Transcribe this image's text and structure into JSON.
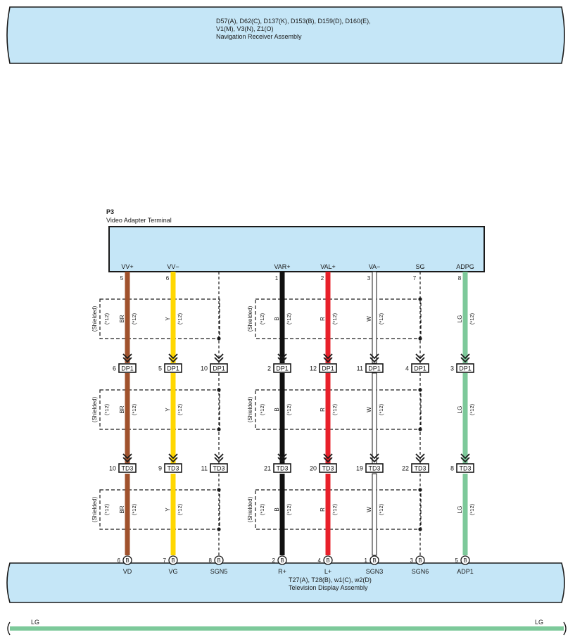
{
  "top_assembly": {
    "connectors_line1": "D57(A), D62(C), D137(K), D153(B), D159(D), D160(E),",
    "connectors_line2": "V1(M), V3(N), Z1(O)",
    "name": "Navigation Receiver Assembly"
  },
  "terminal": {
    "code": "P3",
    "name": "Video Adapter Terminal"
  },
  "bottom_assembly": {
    "connectors": "T27(A), T28(B), w1(C), w2(D)",
    "name": "Television Display Assembly"
  },
  "shield_labels": {
    "shielded": "(Shielded)",
    "note": "(*12)"
  },
  "junction_connectors": [
    "DP1",
    "TD3"
  ],
  "bottom_connector_letter": "B",
  "wires": [
    {
      "top_label": "VV+",
      "top_pin": "5",
      "color_code": "BR",
      "color": "#a0522d",
      "dp1_pin": "6",
      "td3_pin": "10",
      "bottom_pin": "6",
      "bottom_label": "VD"
    },
    {
      "top_label": "VV−",
      "top_pin": "6",
      "color_code": "Y",
      "color": "#ffd700",
      "dp1_pin": "5",
      "td3_pin": "9",
      "bottom_pin": "7",
      "bottom_label": "VG"
    },
    {
      "top_label": "",
      "top_pin": "",
      "color_code": "",
      "color": "#000000",
      "dp1_pin": "10",
      "td3_pin": "11",
      "bottom_pin": "8",
      "bottom_label": "SGN5"
    },
    {
      "top_label": "VAR+",
      "top_pin": "1",
      "color_code": "B",
      "color": "#111111",
      "dp1_pin": "2",
      "td3_pin": "21",
      "bottom_pin": "2",
      "bottom_label": "R+"
    },
    {
      "top_label": "VAL+",
      "top_pin": "2",
      "color_code": "R",
      "color": "#e8202a",
      "dp1_pin": "12",
      "td3_pin": "20",
      "bottom_pin": "4",
      "bottom_label": "L+"
    },
    {
      "top_label": "VA−",
      "top_pin": "3",
      "color_code": "W",
      "color": "#ffffff",
      "dp1_pin": "11",
      "td3_pin": "19",
      "bottom_pin": "1",
      "bottom_label": "SGN3"
    },
    {
      "top_label": "SG",
      "top_pin": "7",
      "color_code": "",
      "color": "#000000",
      "dp1_pin": "4",
      "td3_pin": "22",
      "bottom_pin": "3",
      "bottom_label": "SGN6"
    },
    {
      "top_label": "ADPG",
      "top_pin": "8",
      "color_code": "LG",
      "color": "#7dc99a",
      "dp1_pin": "3",
      "td3_pin": "8",
      "bottom_pin": "5",
      "bottom_label": "ADP1"
    }
  ],
  "ground_wire": {
    "left_label": "LG",
    "right_label": "LG",
    "color": "#7dc99a"
  },
  "colors": {
    "assembly_fill": "#c5e6f7",
    "outline": "#1a1a1a"
  }
}
